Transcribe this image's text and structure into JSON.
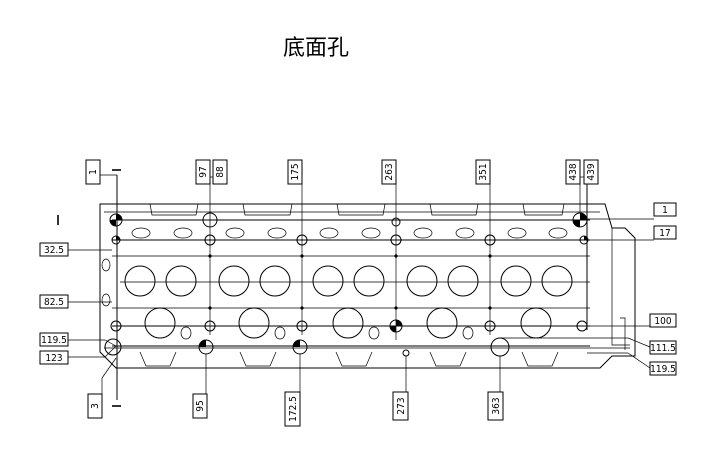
{
  "title": "底面孔",
  "tags": {
    "t1": "1",
    "t97": "97",
    "t88": "88",
    "t175": "175",
    "t263": "263",
    "t351": "351",
    "t438": "438",
    "t439": "439",
    "r1": "1",
    "r17": "17",
    "r100": "100",
    "r111_5": "111.5",
    "r119_5": "119.5",
    "l32_5": "32.5",
    "l82_5": "82.5",
    "l119_5": "119.5",
    "l123": "123",
    "b3": "3",
    "b95": "95",
    "b172_5": "172.5",
    "b273": "273",
    "b363": "363"
  }
}
